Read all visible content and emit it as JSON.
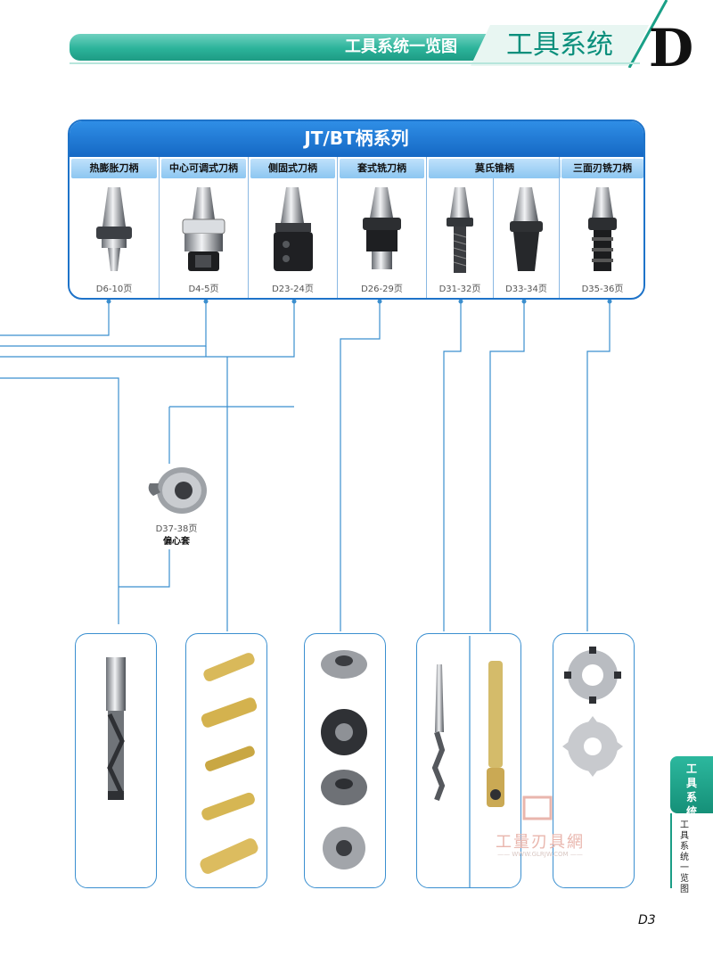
{
  "header": {
    "small_title": "工具系统一览图",
    "big_title": "工具系统",
    "section_letter": "D",
    "bar_color": "#2bb39a",
    "accent_color": "#0a8f7c"
  },
  "panel": {
    "title": "JT/BT柄系列",
    "columns": [
      {
        "label": "热膨胀刀柄",
        "page": "D6-10页"
      },
      {
        "label": "中心可调式刀柄",
        "page": "D4-5页"
      },
      {
        "label": "侧固式刀柄",
        "page": "D23-24页"
      },
      {
        "label": "套式铣刀柄",
        "page": "D26-29页"
      },
      {
        "label": "莫氏锥柄",
        "page": "D31-32页"
      },
      {
        "label": "",
        "page": "D33-34页"
      },
      {
        "label": "三面刃铣刀柄",
        "page": "D35-36页"
      }
    ],
    "border_color": "#1e73c9"
  },
  "eccentric": {
    "page": "D37-38页",
    "name": "偏心套"
  },
  "side": {
    "tab": [
      "工",
      "具",
      "系",
      "统"
    ],
    "sub": [
      "工",
      "具",
      "系",
      "统",
      "一",
      "览",
      "图"
    ]
  },
  "footer": {
    "page_number": "D3"
  },
  "watermark": {
    "text": "工量刃具網",
    "url": "—— WWW.GLRJW.COM ——"
  }
}
